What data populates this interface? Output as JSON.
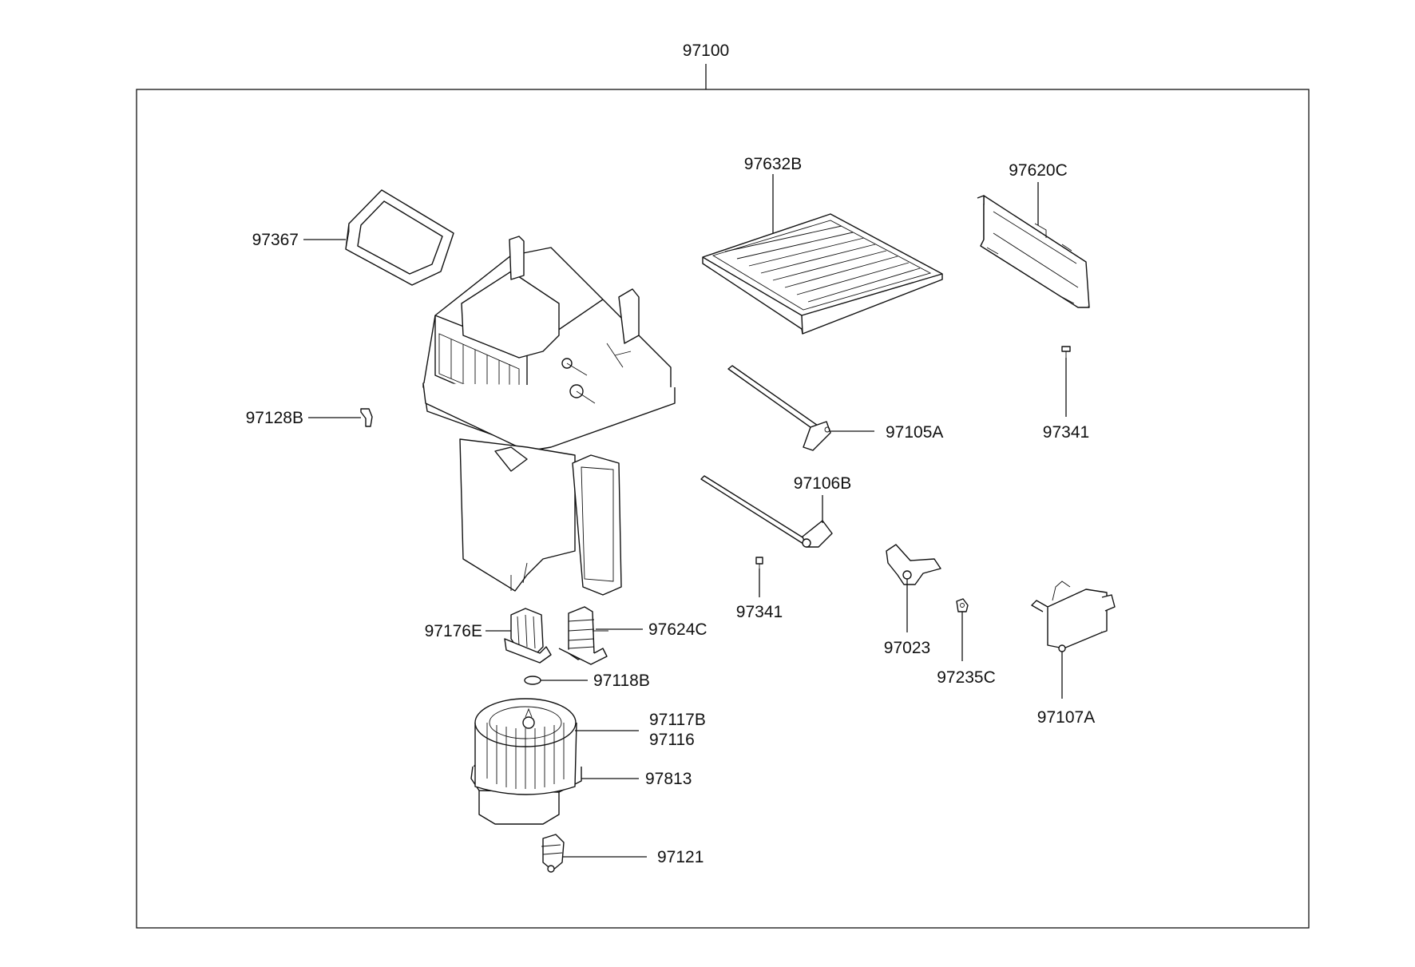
{
  "diagram": {
    "assembly_label": "97100",
    "parts": {
      "p97367": "97367",
      "p97128B": "97128B",
      "p97176E": "97176E",
      "p97624C": "97624C",
      "p97118B": "97118B",
      "p97117B": "97117B",
      "p97116": "97116",
      "p97813": "97813",
      "p97121": "97121",
      "p97632B": "97632B",
      "p97620C": "97620C",
      "p97105A": "97105A",
      "p97106B": "97106B",
      "p97341_right": "97341",
      "p97341_center": "97341",
      "p97023": "97023",
      "p97235C": "97235C",
      "p97107A": "97107A"
    }
  }
}
